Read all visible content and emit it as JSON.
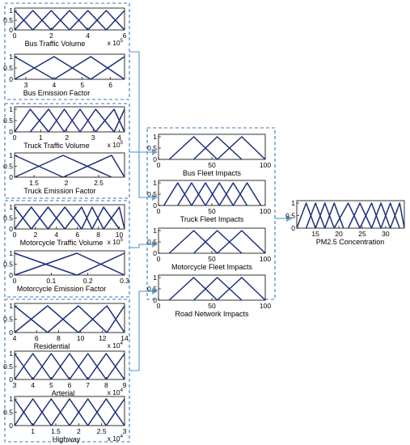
{
  "colors": {
    "mf_line": "#1c2f7a",
    "group_border": "#3a79b5",
    "arrow": "#6aa7d6"
  },
  "plots": [
    {
      "id": "bus-traffic-volume",
      "title": "Bus Traffic Volume",
      "xlim": [
        0,
        6
      ],
      "xticks": [
        0,
        2,
        4,
        6
      ],
      "xtick_labels": [
        "0",
        "2",
        "4",
        "6"
      ],
      "sci": "5",
      "sets": [
        [
          0,
          0,
          1
        ],
        [
          0,
          1,
          2
        ],
        [
          1,
          2,
          3
        ],
        [
          2,
          3,
          4
        ],
        [
          3,
          4,
          5
        ],
        [
          4,
          5,
          6
        ],
        [
          5,
          6,
          6
        ]
      ]
    },
    {
      "id": "bus-emission-factor",
      "title": "Bus Emission Factor",
      "xlim": [
        2.6,
        6.5
      ],
      "xticks": [
        3,
        4,
        5,
        6
      ],
      "xtick_labels": [
        "3",
        "4",
        "5",
        "6"
      ],
      "sci": "",
      "sets": [
        [
          2.6,
          2.6,
          4
        ],
        [
          2.6,
          4,
          5.3
        ],
        [
          4,
          5.3,
          6.5
        ],
        [
          5.3,
          6.5,
          6.5
        ]
      ]
    },
    {
      "id": "truck-traffic-volume",
      "title": "Truck Traffic Volume",
      "xlim": [
        0,
        4.2
      ],
      "xticks": [
        0,
        1,
        2,
        3,
        4
      ],
      "xtick_labels": [
        "0",
        "1",
        "2",
        "3",
        "4"
      ],
      "sci": "5",
      "sets": [
        [
          0,
          0.6,
          1.3
        ],
        [
          0.6,
          1.3,
          1.9
        ],
        [
          1.3,
          1.9,
          2.5
        ],
        [
          1.9,
          2.5,
          3.1
        ],
        [
          2.5,
          3.1,
          3.8
        ],
        [
          3.1,
          3.8,
          4.2
        ],
        [
          3.8,
          4.2,
          4.2
        ]
      ]
    },
    {
      "id": "truck-emission-factor",
      "title": "Truck Emission Factor",
      "xlim": [
        1.2,
        2.9
      ],
      "xticks": [
        1.5,
        2,
        2.5
      ],
      "xtick_labels": [
        "1.5",
        "2",
        "2.5"
      ],
      "sci": "",
      "sets": [
        [
          1.2,
          1.2,
          1.95
        ],
        [
          1.2,
          1.95,
          2.7
        ],
        [
          1.95,
          2.7,
          2.9
        ]
      ]
    },
    {
      "id": "motorcycle-traffic-volume",
      "title": "Motorcycle Traffic Volume",
      "xlim": [
        0,
        10.5
      ],
      "xticks": [
        0,
        2,
        4,
        6,
        8,
        10
      ],
      "xtick_labels": [
        "0",
        "2",
        "4",
        "6",
        "8",
        "10"
      ],
      "sci": "5",
      "sets": [
        [
          0,
          0,
          1.6
        ],
        [
          0,
          1.6,
          3.2
        ],
        [
          1.6,
          3.2,
          4.8
        ],
        [
          3.2,
          4.8,
          6.4
        ],
        [
          4.8,
          6.4,
          7.4
        ],
        [
          6.4,
          7.4,
          8.5
        ],
        [
          7.4,
          8.5,
          10
        ],
        [
          8.5,
          10,
          10.5
        ]
      ]
    },
    {
      "id": "motorcycle-emission-factor",
      "title": "Motorcycle Emission Factor",
      "xlim": [
        0,
        0.3
      ],
      "xticks": [
        0,
        0.1,
        0.2,
        0.3
      ],
      "xtick_labels": [
        "0",
        "0.1",
        "0.2",
        "0.3"
      ],
      "sci": "",
      "sets": [
        [
          0,
          0,
          0.17
        ],
        [
          0,
          0.17,
          0.3
        ],
        [
          0.17,
          0.3,
          0.3
        ]
      ]
    },
    {
      "id": "residential",
      "title": "Residential",
      "xlim": [
        4,
        14
      ],
      "xticks": [
        4,
        6,
        8,
        10,
        12,
        14
      ],
      "xtick_labels": [
        "4",
        "6",
        "8",
        "10",
        "12",
        "14"
      ],
      "sci": "4",
      "sets": [
        [
          4,
          4,
          7
        ],
        [
          4,
          7,
          9.8
        ],
        [
          7,
          9.8,
          12.4
        ],
        [
          9.8,
          12.4,
          14
        ],
        [
          12.4,
          14,
          14
        ]
      ]
    },
    {
      "id": "arterial",
      "title": "Arterial",
      "xlim": [
        3,
        9
      ],
      "xticks": [
        3,
        4,
        5,
        6,
        7,
        8,
        9
      ],
      "xtick_labels": [
        "3",
        "4",
        "5",
        "6",
        "7",
        "8",
        "9"
      ],
      "sci": "4",
      "sets": [
        [
          3,
          3,
          4
        ],
        [
          3,
          4,
          5
        ],
        [
          4,
          5,
          6
        ],
        [
          5,
          6,
          7
        ],
        [
          6,
          7,
          8
        ],
        [
          7,
          8,
          9
        ],
        [
          8,
          9,
          9
        ]
      ]
    },
    {
      "id": "highway",
      "title": "Highway",
      "xlim": [
        0.6,
        3
      ],
      "xticks": [
        1,
        1.5,
        2,
        2.5,
        3
      ],
      "xtick_labels": [
        "1",
        "1.5",
        "2",
        "2.5",
        "3"
      ],
      "sci": "4",
      "sets": [
        [
          0.6,
          0.6,
          1
        ],
        [
          0.6,
          1,
          1.4
        ],
        [
          1,
          1.4,
          1.8
        ],
        [
          1.4,
          1.8,
          2.2
        ],
        [
          1.8,
          2.2,
          2.6
        ],
        [
          2.2,
          2.6,
          3
        ],
        [
          2.6,
          3,
          3
        ]
      ]
    },
    {
      "id": "bus-fleet-impacts",
      "title": "Bus Fleet Impacts",
      "xlim": [
        0,
        100
      ],
      "xticks": [
        0,
        50,
        100
      ],
      "xtick_labels": [
        "0",
        "50",
        "100"
      ],
      "sci": "",
      "sets": [
        [
          10,
          33,
          55
        ],
        [
          33,
          55,
          78
        ],
        [
          55,
          78,
          100
        ]
      ]
    },
    {
      "id": "truck-fleet-impacts",
      "title": "Truck Fleet Impacts",
      "xlim": [
        0,
        100
      ],
      "xticks": [
        0,
        50,
        100
      ],
      "xtick_labels": [
        "0",
        "50",
        "100"
      ],
      "sci": "",
      "sets": [
        [
          5,
          18,
          31
        ],
        [
          18,
          31,
          44
        ],
        [
          31,
          44,
          57
        ],
        [
          44,
          57,
          70
        ],
        [
          57,
          70,
          83
        ],
        [
          70,
          83,
          96
        ]
      ]
    },
    {
      "id": "motorcycle-fleet-impacts",
      "title": "Motorcycle Fleet Impacts",
      "xlim": [
        0,
        100
      ],
      "xticks": [
        0,
        50,
        100
      ],
      "xtick_labels": [
        "0",
        "50",
        "100"
      ],
      "sci": "",
      "sets": [
        [
          10,
          33,
          55
        ],
        [
          33,
          55,
          78
        ],
        [
          55,
          78,
          100
        ]
      ]
    },
    {
      "id": "road-network-impacts",
      "title": "Road Network Impacts",
      "xlim": [
        0,
        100
      ],
      "xticks": [
        0,
        50,
        100
      ],
      "xtick_labels": [
        "0",
        "50",
        "100"
      ],
      "sci": "",
      "sets": [
        [
          10,
          33,
          55
        ],
        [
          33,
          55,
          78
        ],
        [
          55,
          78,
          100
        ]
      ]
    },
    {
      "id": "pm25-concentration",
      "title": "PM2.5 Concentration",
      "xlim": [
        11,
        34
      ],
      "xticks": [
        15,
        20,
        25,
        30
      ],
      "xtick_labels": [
        "15",
        "20",
        "25",
        "30"
      ],
      "sci": "",
      "sets": [
        [
          11,
          13,
          15
        ],
        [
          13,
          15,
          17
        ],
        [
          15,
          17,
          19
        ],
        [
          17,
          19,
          21
        ],
        [
          19,
          22,
          24.5
        ],
        [
          22,
          24.5,
          27
        ],
        [
          24.5,
          27,
          29
        ],
        [
          27,
          29,
          31
        ],
        [
          29,
          31,
          33
        ],
        [
          31,
          33,
          34
        ]
      ]
    }
  ],
  "yticks": [
    "0",
    "0.5",
    "1"
  ],
  "sci_base": "x 10"
}
